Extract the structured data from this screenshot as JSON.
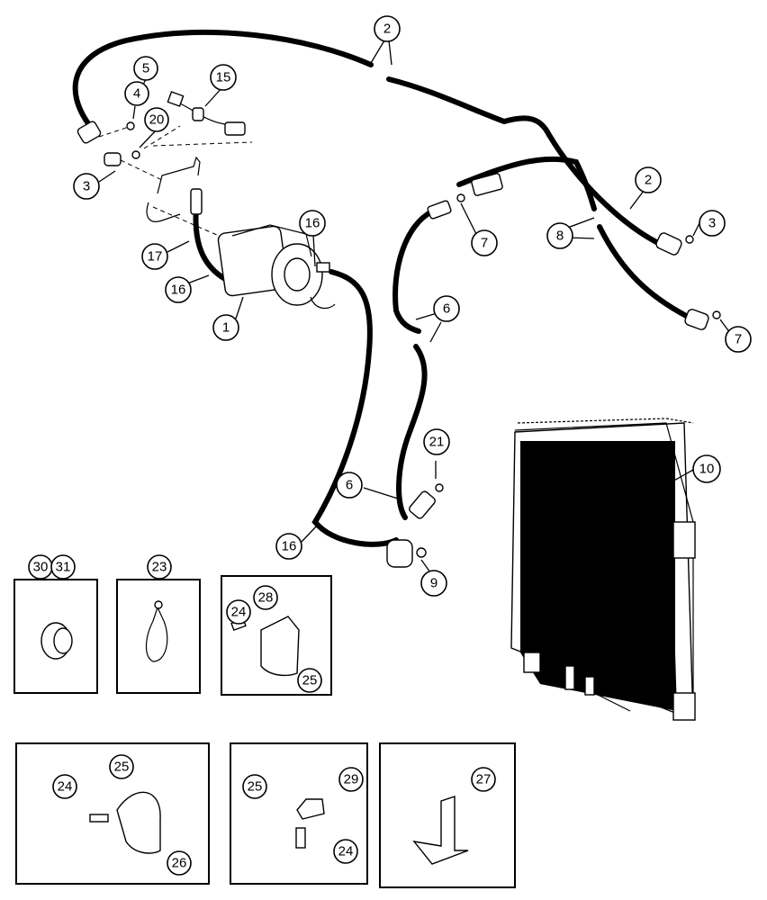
{
  "callouts": {
    "c1": "1",
    "c2a": "2",
    "c2b": "2",
    "c3a": "3",
    "c3b": "3",
    "c4": "4",
    "c5": "5",
    "c6a": "6",
    "c6b": "6",
    "c7a": "7",
    "c7b": "7",
    "c8": "8",
    "c9": "9",
    "c10": "10",
    "c15": "15",
    "c16a": "16",
    "c16b": "16",
    "c16c": "16",
    "c17": "17",
    "c20": "20",
    "c21": "21",
    "c30": "30",
    "c31": "31",
    "c23": "23",
    "c24a": "24",
    "c28": "28",
    "c25a": "25",
    "c25b": "25",
    "c24b": "24",
    "c26": "26",
    "c25c": "25",
    "c29": "29",
    "c24c": "24",
    "c27": "27"
  }
}
